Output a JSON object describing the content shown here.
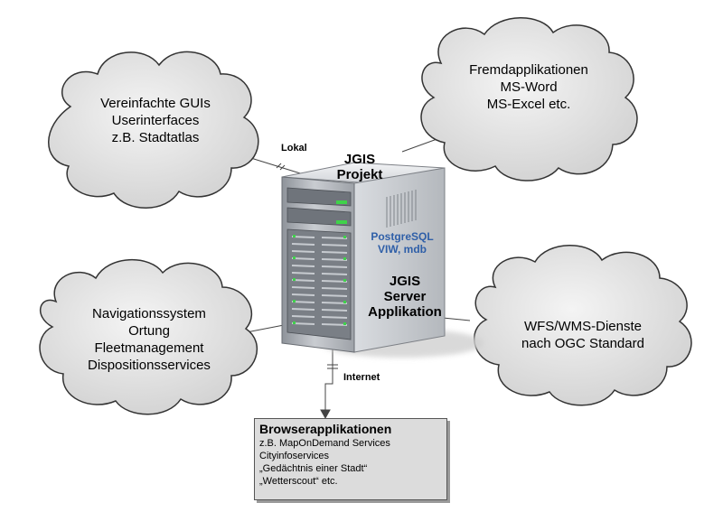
{
  "clouds": {
    "gui": {
      "lines": [
        "Vereinfachte GUIs",
        "Userinterfaces",
        "z.B. Stadtatlas"
      ]
    },
    "fremd": {
      "lines": [
        "Fremdapplikationen",
        "MS-Word",
        "MS-Excel etc."
      ]
    },
    "navi": {
      "lines": [
        "Navigationssystem",
        "Ortung",
        "Fleetmanagement",
        "Dispositionsservices"
      ]
    },
    "wfs": {
      "lines": [
        "WFS/WMS-Dienste",
        "nach OGC Standard"
      ]
    }
  },
  "server": {
    "project_lines": [
      "JGIS",
      "Projekt"
    ],
    "db_lines": [
      "PostgreSQL",
      "VIW, mdb"
    ],
    "app_lines": [
      "JGIS",
      "Server",
      "Applikation"
    ]
  },
  "connections": {
    "lokal": "Lokal",
    "internet": "Internet"
  },
  "browser": {
    "title": "Browserapplikationen",
    "lines": [
      "z.B. MapOnDemand Services",
      "Cityinfoservices",
      "„Gedächtnis einer Stadt“",
      "„Wetterscout“ etc."
    ]
  },
  "colors": {
    "cloud_fill": "#e2e2e2",
    "server_body": "#a9acb1",
    "db_text": "#2f5fa8",
    "led": "#3fd24a",
    "box_fill": "#dcdcdc"
  }
}
